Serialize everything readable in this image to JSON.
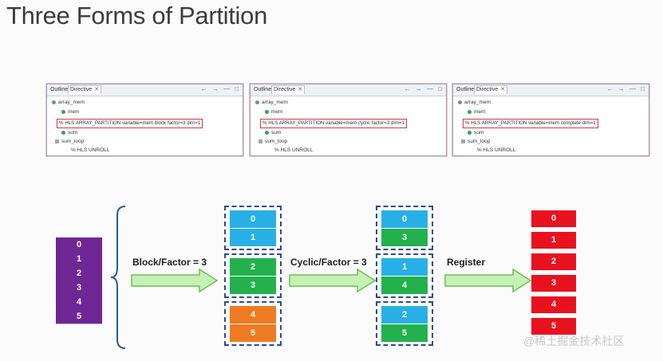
{
  "title": "Three Forms of Partition",
  "panels": [
    {
      "tab_outline": "Outline",
      "tab_directive": "Directive",
      "tab_close": "✕",
      "toolbar_icons": "← → — □",
      "rows": [
        "array_mem",
        "mem",
        "sum",
        "sum_loop",
        "% HLS UNROLL"
      ],
      "pragma": "% HLS ARRAY_PARTITION variable=mem block factor=3 dim=1"
    },
    {
      "tab_outline": "Outline",
      "tab_directive": "Directive",
      "tab_close": "✕",
      "toolbar_icons": "← → — □",
      "rows": [
        "array_mem",
        "mem",
        "sum",
        "sum_loop",
        "% HLS UNROLL"
      ],
      "pragma": "% HLS ARRAY_PARTITION variable=mem cyclic factor=3 dim=1"
    },
    {
      "tab_outline": "Outline",
      "tab_directive": "Directive",
      "tab_close": "✕",
      "toolbar_icons": "← → — □",
      "rows": [
        "array_mem",
        "mem",
        "sum",
        "sum_loop",
        "% HLS UNROLL"
      ],
      "pragma": "% HLS ARRAY_PARTITION variable=mem complete dim=1"
    }
  ],
  "diagram": {
    "original": [
      "0",
      "1",
      "2",
      "3",
      "4",
      "5"
    ],
    "block_label": "Block/Factor = 3",
    "cyclic_label": "Cyclic/Factor = 3",
    "register_label": "Register",
    "block_groups": [
      [
        "0",
        "1"
      ],
      [
        "2",
        "3"
      ],
      [
        "4",
        "5"
      ]
    ],
    "cyclic_groups": [
      [
        "0",
        "3"
      ],
      [
        "1",
        "4"
      ],
      [
        "2",
        "5"
      ]
    ],
    "registers": [
      "0",
      "1",
      "2",
      "3",
      "4",
      "5"
    ],
    "colors": {
      "purple": "#6e2795",
      "blue": "#28b0e6",
      "green": "#23b14d",
      "orange": "#ee7b22",
      "red": "#e8121f",
      "arrow_fill": "#c6f1b6",
      "arrow_stroke": "#6cbf4f",
      "group_border": "#2f4a8f"
    }
  },
  "watermark": "@稀土掘金技术社区"
}
